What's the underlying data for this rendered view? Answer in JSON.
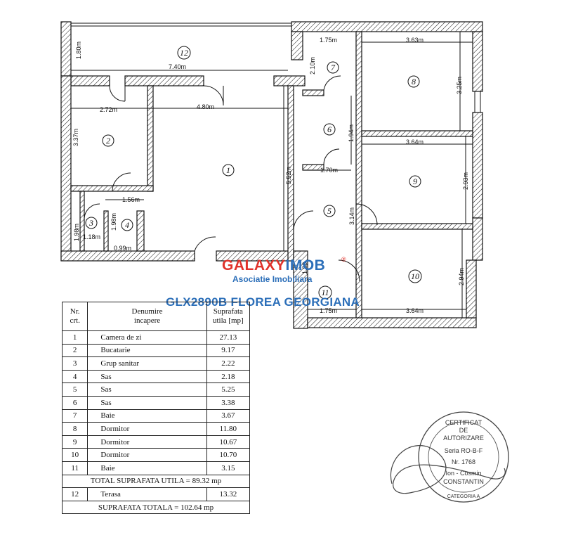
{
  "plan": {
    "rooms": [
      {
        "id": "1",
        "label": "1"
      },
      {
        "id": "2",
        "label": "2"
      },
      {
        "id": "3",
        "label": "3"
      },
      {
        "id": "4",
        "label": "4"
      },
      {
        "id": "5",
        "label": "5"
      },
      {
        "id": "6",
        "label": "6"
      },
      {
        "id": "7",
        "label": "7"
      },
      {
        "id": "8",
        "label": "8"
      },
      {
        "id": "9",
        "label": "9"
      },
      {
        "id": "10",
        "label": "10"
      },
      {
        "id": "11",
        "label": "11"
      },
      {
        "id": "12",
        "label": "12"
      }
    ],
    "dimensions": {
      "terrace_width": "7.40m",
      "terrace_depth": "1.80m",
      "kitchen_width": "2.72m",
      "living_width": "4.80m",
      "kitchen_depth": "3.37m",
      "living_depth": "5.52m",
      "wc_width": "1.56m",
      "wc_depth": "1.98m",
      "wc_left_depth": "1.98m",
      "wc_bottom": "1.18m",
      "sas_bottom": "0.99m",
      "bath7_width": "1.75m",
      "bath7_depth": "2.10m",
      "sas6_depth": "1.94m",
      "sas5_width": "1.70m",
      "sas5_depth": "3.14m",
      "bed8_width": "3.63m",
      "bed8_depth": "3.25m",
      "bed9_width": "3.64m",
      "bed9_depth": "2.93m",
      "bed10_depth": "2.94m",
      "bed10_width": "3.64m",
      "bath11_width": "1.75m",
      "bath11_depth": "1.80"
    }
  },
  "watermark": {
    "brand_part1": "GALAXY",
    "brand_part2": "IMOB",
    "registered": "®",
    "subtitle": "Asociatie Imobiliara",
    "code": "GLX2890B FLOREA GEORGIANA"
  },
  "table": {
    "headers": {
      "nr_line1": "Nr.",
      "nr_line2": "crt.",
      "name_line1": "Denumire",
      "name_line2": "incapere",
      "area_line1": "Suprafata",
      "area_line2": "utila [mp]"
    },
    "rows": [
      {
        "nr": "1",
        "name": "Camera de zi",
        "area": "27.13"
      },
      {
        "nr": "2",
        "name": "Bucatarie",
        "area": "9.17"
      },
      {
        "nr": "3",
        "name": "Grup sanitar",
        "area": "2.22"
      },
      {
        "nr": "4",
        "name": "Sas",
        "area": "2.18"
      },
      {
        "nr": "5",
        "name": "Sas",
        "area": "5.25"
      },
      {
        "nr": "6",
        "name": "Sas",
        "area": "3.38"
      },
      {
        "nr": "7",
        "name": "Baie",
        "area": "3.67"
      },
      {
        "nr": "8",
        "name": "Dormitor",
        "area": "11.80"
      },
      {
        "nr": "9",
        "name": "Dormitor",
        "area": "10.67"
      },
      {
        "nr": "10",
        "name": "Dormitor",
        "area": "10.70"
      },
      {
        "nr": "11",
        "name": "Baie",
        "area": "3.15"
      }
    ],
    "total_useful": "TOTAL SUPRAFATA UTILA = 89.32 mp",
    "terrace_row": {
      "nr": "12",
      "name": "Terasa",
      "area": "13.32"
    },
    "total_overall": "SUPRAFATA TOTALA = 102.64 mp"
  },
  "stamp": {
    "line1": "CERTIFICAT",
    "line2": "DE",
    "line3": "AUTORIZARE",
    "line4": "Seria RO-B-F",
    "line5": "Nr. 1768",
    "line6": "Ion - Cosmin",
    "line7": "CONSTANTIN",
    "category": "CATEGORIA A"
  },
  "colors": {
    "brand_red": "#e0332b",
    "brand_blue": "#2c6fb9"
  }
}
